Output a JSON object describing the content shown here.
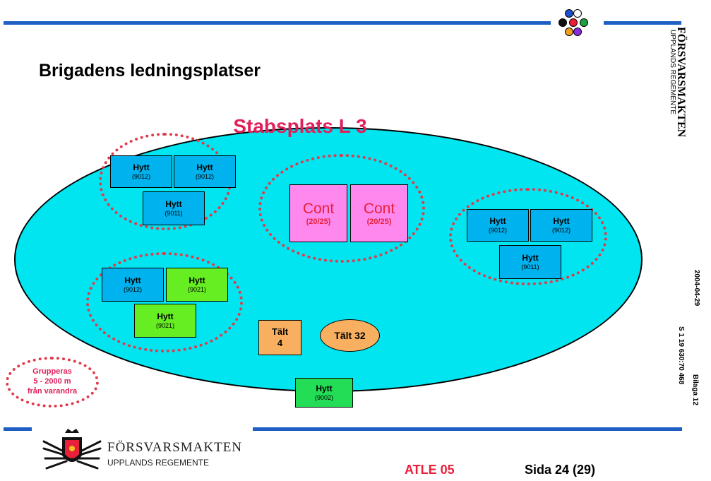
{
  "page": {
    "title": "Brigadens ledningsplatser",
    "heading": "Stabsplats L 3",
    "grouping_note": [
      "Grupperas",
      "5 - 2000  m",
      "från varandra"
    ]
  },
  "units": {
    "left_top": [
      {
        "label": "Hytt",
        "code": "(9012)"
      },
      {
        "label": "Hytt",
        "code": "(9012)"
      },
      {
        "label": "Hytt",
        "code": "(9011)"
      }
    ],
    "center": [
      {
        "label": "Cont",
        "code": "(20/25)"
      },
      {
        "label": "Cont",
        "code": "(20/25)"
      }
    ],
    "right": [
      {
        "label": "Hytt",
        "code": "(9012)"
      },
      {
        "label": "Hytt",
        "code": "(9012)"
      },
      {
        "label": "Hytt",
        "code": "(9011)"
      }
    ],
    "left_bottom": [
      {
        "label": "Hytt",
        "code": "(9012)"
      },
      {
        "label": "Hytt",
        "code": "(9021)"
      },
      {
        "label": "Hytt",
        "code": "(9021)"
      }
    ],
    "talt4": [
      "Tält",
      "4"
    ],
    "talt32": "Tält 32",
    "bottom": {
      "label": "Hytt",
      "code": "(9002)"
    }
  },
  "side": {
    "org": "FÖRSVARSMAKTEN",
    "regiment": "UPPLANDS REGEMENTE",
    "date": "2004-04-29",
    "ref": "S 1    19 630:70 468",
    "bilaga": "Bilaga  12"
  },
  "footer": {
    "org": "FÖRSVARSMAKTEN",
    "regiment": "UPPLANDS REGEMENTE",
    "atle": "ATLE 05",
    "page": "Sida 24  (29)"
  },
  "colors": {
    "rule": "#1f5fc4",
    "ellipse": "#00e5ef",
    "hytt_blue": "#00b2ee",
    "hytt_green": "#66ee22",
    "cont": "#ff88ee",
    "talt": "#f8b060",
    "accent_red": "#e0205a"
  }
}
